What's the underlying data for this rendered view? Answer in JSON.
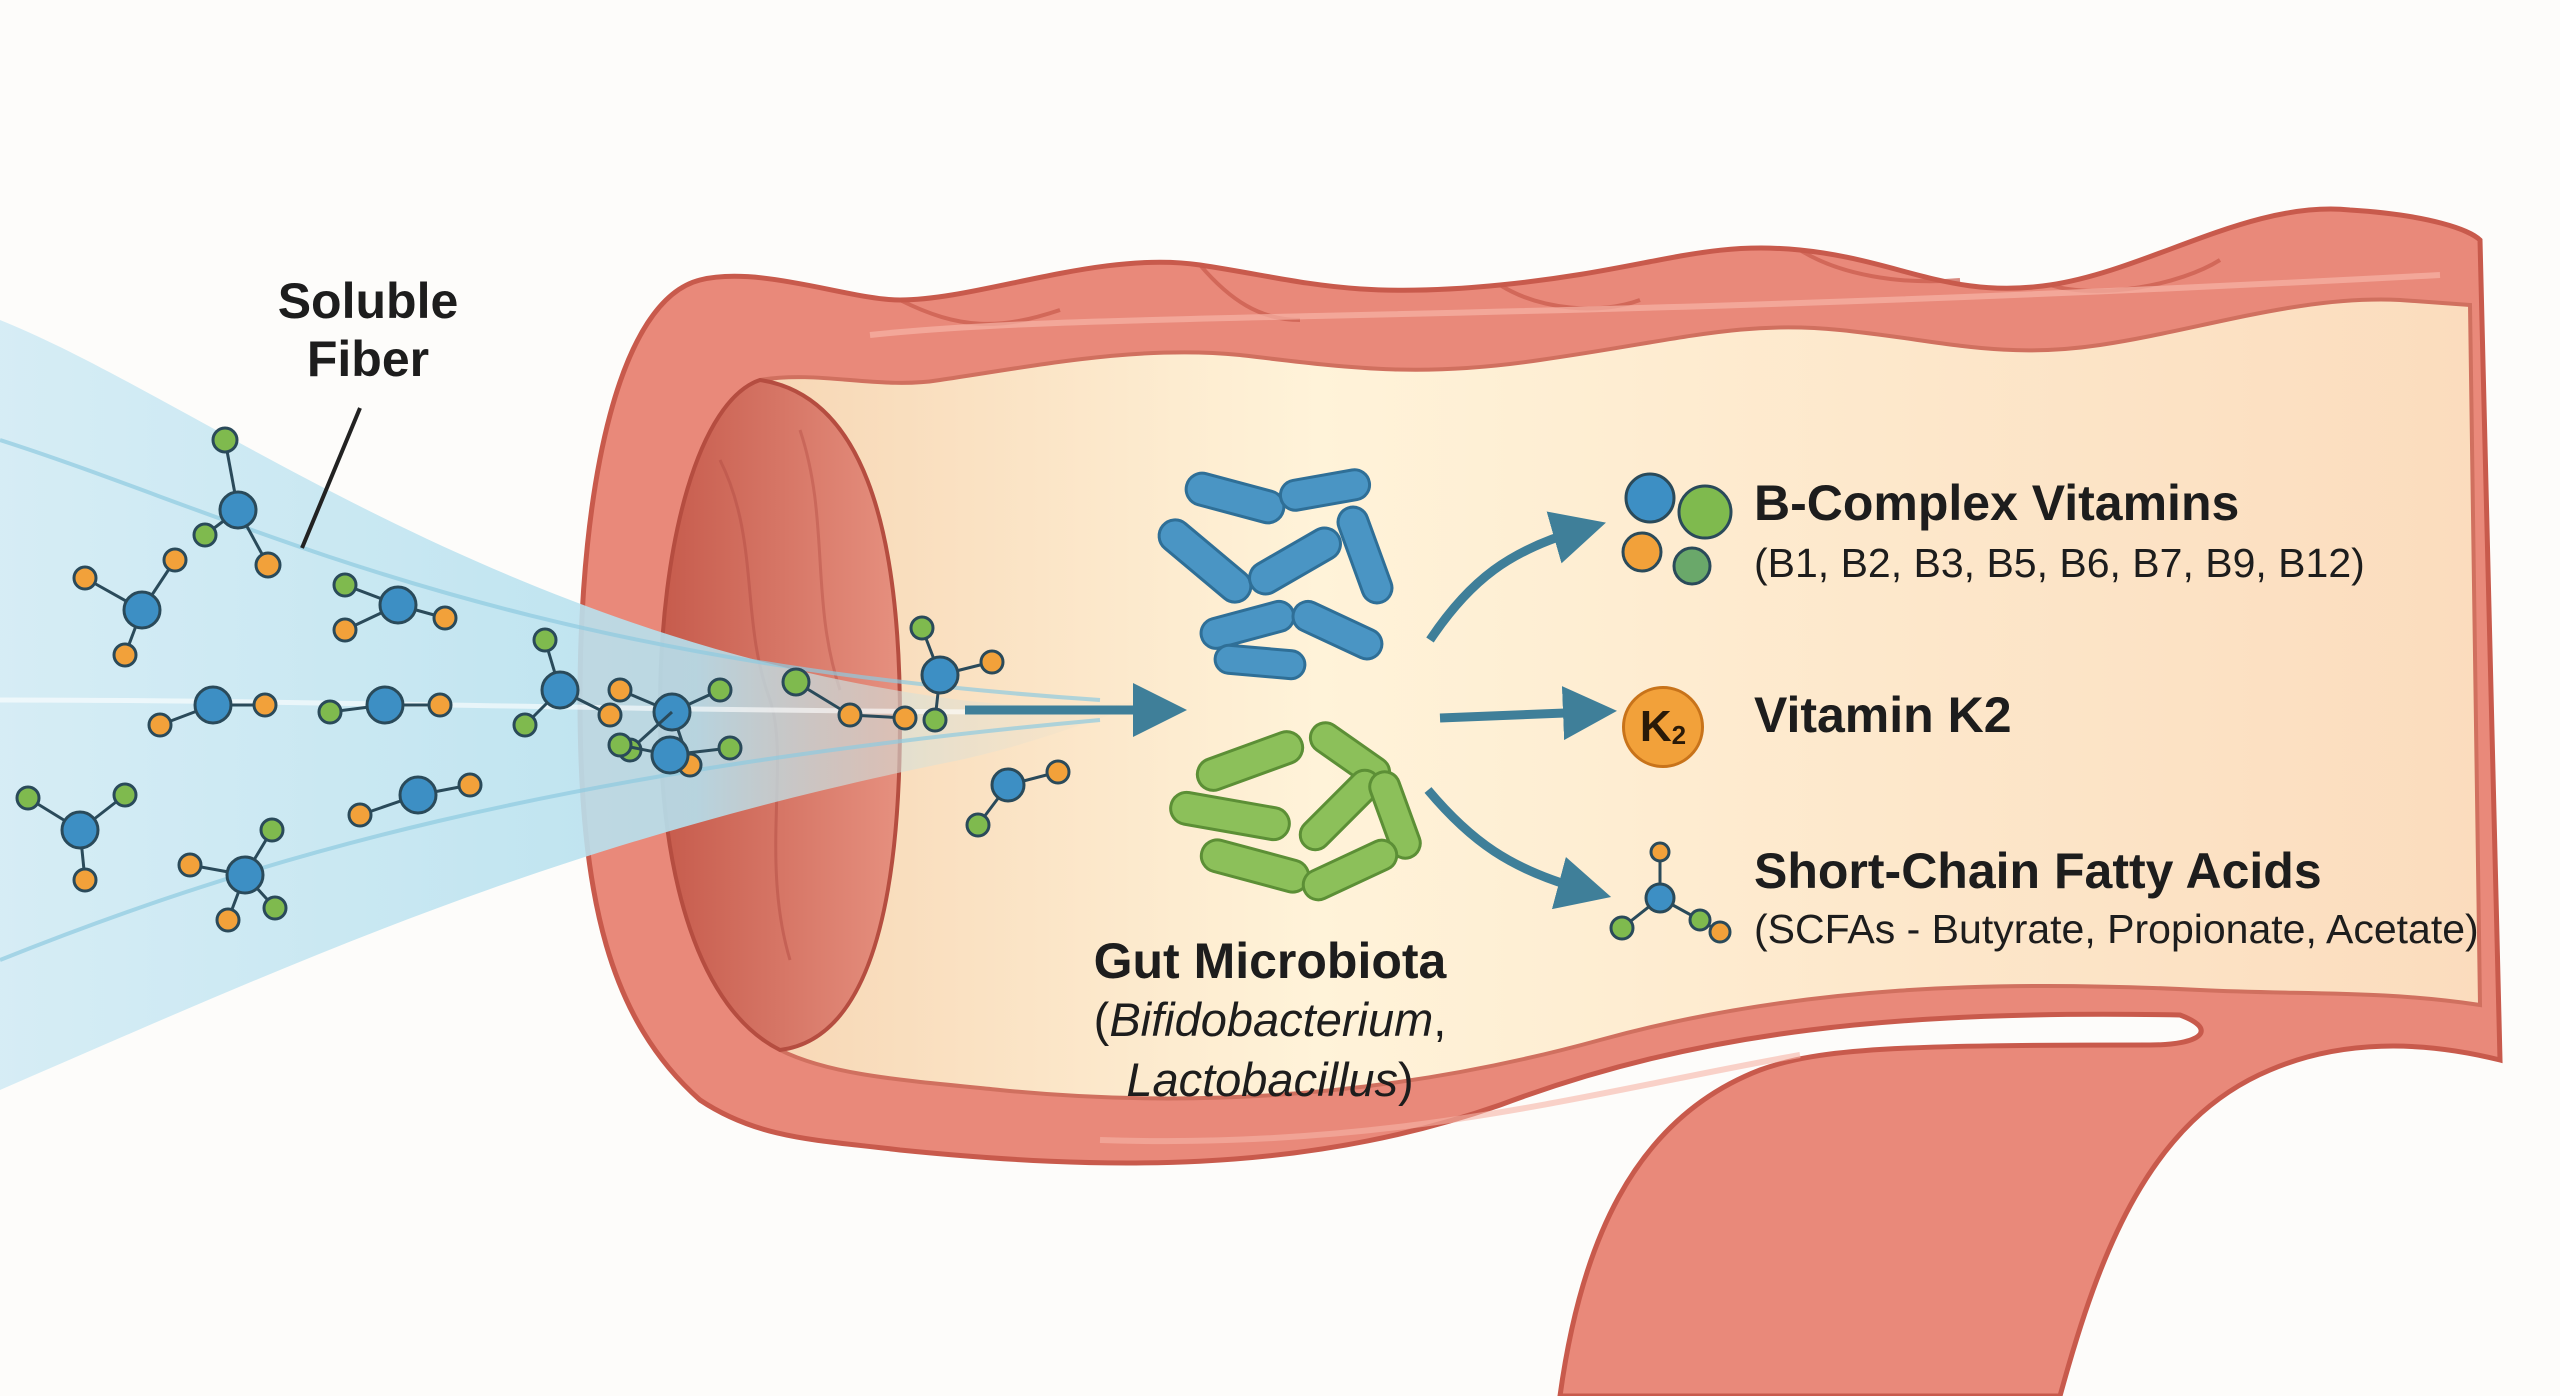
{
  "fiber": {
    "label_line1": "Soluble",
    "label_line2": "Fiber"
  },
  "microbiota": {
    "title": "Gut Microbiota",
    "genus1": "Bifidobacterium",
    "genus2": "Lactobacillus"
  },
  "outputs": {
    "b_complex": {
      "title": "B-Complex Vitamins",
      "subtitle": "(B1, B2, B3, B5, B6, B7, B9, B12)"
    },
    "vitamin_k2": {
      "title": "Vitamin K2",
      "badge_symbol": "K",
      "badge_subscript": "2"
    },
    "scfa": {
      "title": "Short-Chain Fatty Acids",
      "subtitle": "(SCFAs - Butyrate, Propionate, Acetate)"
    }
  },
  "colors": {
    "intestine_wall": "#e9897a",
    "intestine_outline": "#c85a4c",
    "lumen": "#fbe0c0",
    "fiber_stream": "#a9d8e8",
    "molecule_blue": "#3d8fc4",
    "molecule_green": "#7fba4e",
    "molecule_orange": "#f2a13a",
    "bacteria_blue": "#4a95c4",
    "bacteria_green": "#8cc05a",
    "arrow": "#3f7f99"
  },
  "icons": [
    "fiber-molecule-icon",
    "bacteria-icon",
    "arrow-icon",
    "vitamin-spheres-icon",
    "k2-badge-icon",
    "fatty-acid-molecule-icon"
  ]
}
